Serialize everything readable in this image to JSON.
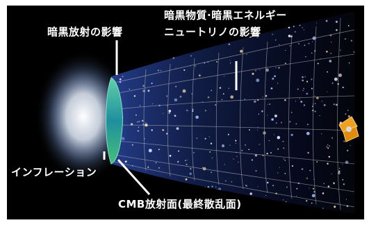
{
  "labels": {
    "dark_radiation": "暗黒放射の影響",
    "dark_matter_energy_line1": "暗黒物質·暗黒エネルギー",
    "dark_matter_energy_line2": "ニュートリノの影響",
    "inflation": "インフレーション",
    "cmb_surface": "CMB放射面(最終散乱面)"
  },
  "icons": {
    "probe": "satellite-probe-icon"
  },
  "colors": {
    "background": "#000000",
    "grid": "#c8c8c8",
    "cmb_surface": "#2ca58d",
    "inflation_glow": "#ffffff",
    "label_text": "#ffffff"
  }
}
